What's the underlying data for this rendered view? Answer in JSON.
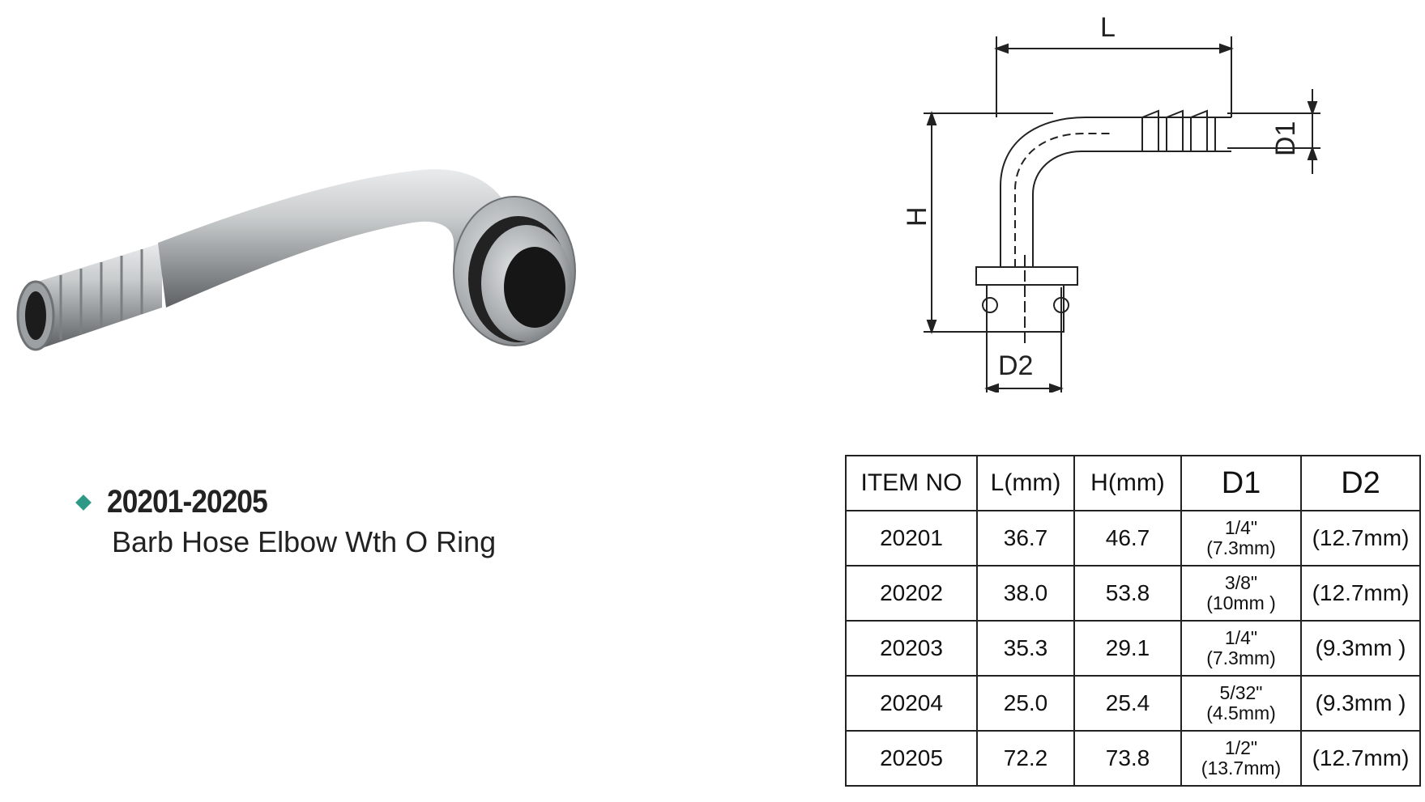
{
  "product": {
    "item_range": "20201-20205",
    "name": "Barb Hose Elbow Wth O Ring"
  },
  "drawing": {
    "labels": {
      "L": "L",
      "H": "H",
      "D1": "D1",
      "D2": "D2"
    }
  },
  "table": {
    "headers": [
      "ITEM NO",
      "L(mm)",
      "H(mm)",
      "D1",
      "D2"
    ],
    "rows": [
      {
        "item": "20201",
        "L": "36.7",
        "H": "46.7",
        "D1_in": "1/4\"",
        "D1_mm": "(7.3mm)",
        "D2": "(12.7mm)"
      },
      {
        "item": "20202",
        "L": "38.0",
        "H": "53.8",
        "D1_in": "3/8\"",
        "D1_mm": "(10mm )",
        "D2": "(12.7mm)"
      },
      {
        "item": "20203",
        "L": "35.3",
        "H": "29.1",
        "D1_in": "1/4\"",
        "D1_mm": "(7.3mm)",
        "D2": "(9.3mm )"
      },
      {
        "item": "20204",
        "L": "25.0",
        "H": "25.4",
        "D1_in": "5/32\"",
        "D1_mm": "(4.5mm)",
        "D2": "(9.3mm )"
      },
      {
        "item": "20205",
        "L": "72.2",
        "H": "73.8",
        "D1_in": "1/2\"",
        "D1_mm": "(13.7mm)",
        "D2": "(12.7mm)"
      }
    ]
  },
  "colors": {
    "bullet": "#2e9a86",
    "metal": "#b9bcbe",
    "border": "#222222"
  }
}
